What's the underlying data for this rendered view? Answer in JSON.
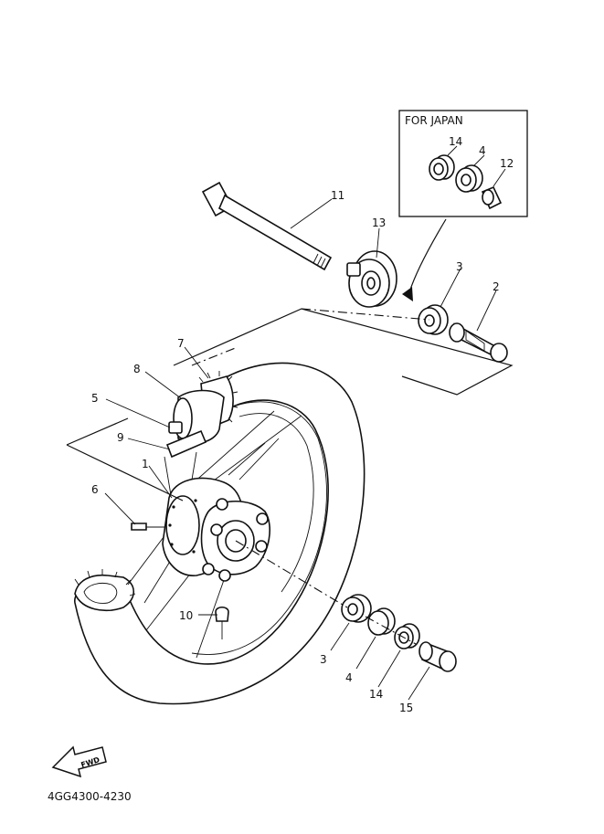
{
  "inset_title": "FOR JAPAN",
  "catalog_code": "4GG4300-4230",
  "fwd_label": "FWD",
  "callouts": {
    "c1": "1",
    "c2": "2",
    "c3a": "3",
    "c3b": "3",
    "c4a": "4",
    "c4b": "4",
    "c5": "5",
    "c6": "6",
    "c7": "7",
    "c8": "8",
    "c9": "9",
    "c10": "10",
    "c11": "11",
    "c12": "12",
    "c13": "13",
    "c14a": "14",
    "c14b": "14",
    "c15": "15"
  }
}
